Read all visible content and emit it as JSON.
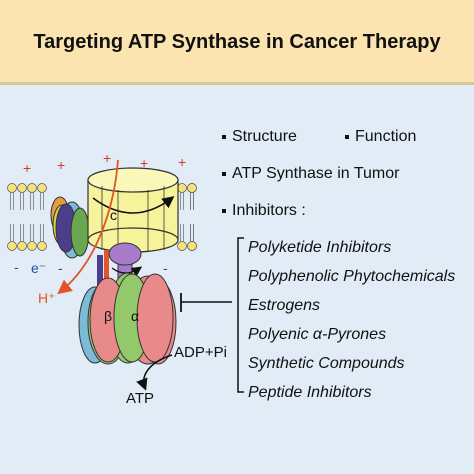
{
  "header": {
    "title": "Targeting ATP Synthase in Cancer Therapy"
  },
  "topics": {
    "structure": "Structure",
    "function": "Function",
    "tumor": "ATP Synthase in Tumor",
    "inhibitors": "Inhibitors :"
  },
  "inhibitor_list": [
    "Polyketide Inhibitors",
    "Polyphenolic Phytochemicals",
    "Estrogens",
    "Polyenic α-Pyrones",
    "Synthetic Compounds",
    "Peptide Inhibitors"
  ],
  "diagram": {
    "plus_sign": "+",
    "minus_sign": "-",
    "electron": "e⁻",
    "proton": "H⁺",
    "c_ring_label": "c",
    "beta_label": "β",
    "alpha_label": "α",
    "substrate": "ADP+Pi",
    "product": "ATP"
  },
  "colors": {
    "header_bg": "#fbe4b0",
    "panel_bg": "#e1ecf6",
    "c_ring": "#f6f39a",
    "alpha": "#e98a8a",
    "beta": "#93c86b",
    "stalk": "#a77bc9",
    "membrane_head": "#f6e27a",
    "arrow": "#e0562a"
  }
}
